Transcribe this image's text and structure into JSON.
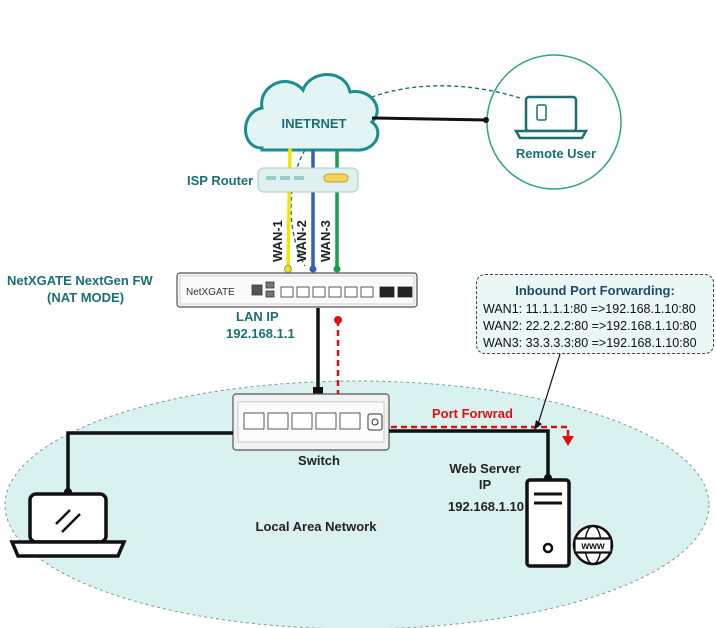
{
  "internet": {
    "label": "INETRNET"
  },
  "remote_user": {
    "label": "Remote User"
  },
  "isp_router": {
    "label": "ISP Router"
  },
  "wan_links": [
    {
      "label": "WAN-1",
      "color": "#f2e600"
    },
    {
      "label": "WAN-2",
      "color": "#2f63b5"
    },
    {
      "label": "WAN-3",
      "color": "#14a04a"
    }
  ],
  "firewall": {
    "name_line1": "NetXGATE NextGen FW",
    "name_line2": "(NAT MODE)",
    "logo": "NetXGATE"
  },
  "lan_ip": {
    "label": "LAN IP",
    "value": "192.168.1.1"
  },
  "switch": {
    "label": "Switch"
  },
  "port_forward_label": "Port Forwrad",
  "web_server": {
    "line1": "Web Server",
    "line2": "IP",
    "ip": "192.168.1.10",
    "badge": "www"
  },
  "lan": {
    "label": "Local Area Network"
  },
  "inbound": {
    "title": "Inbound Port Forwarding:",
    "rules": [
      "WAN1: 11.1.1.1:80 =>192.168.1.10:80",
      "WAN2: 22.2.2.2:80 =>192.168.1.10:80",
      "WAN3: 33.3.3.3:80 =>192.168.1.10:80"
    ]
  },
  "colors": {
    "teal_text": "#1b6f74",
    "lan_fill": "#d9f1ef",
    "cloud_fill": "#e3f4f4",
    "port_forward": "#e01010"
  }
}
